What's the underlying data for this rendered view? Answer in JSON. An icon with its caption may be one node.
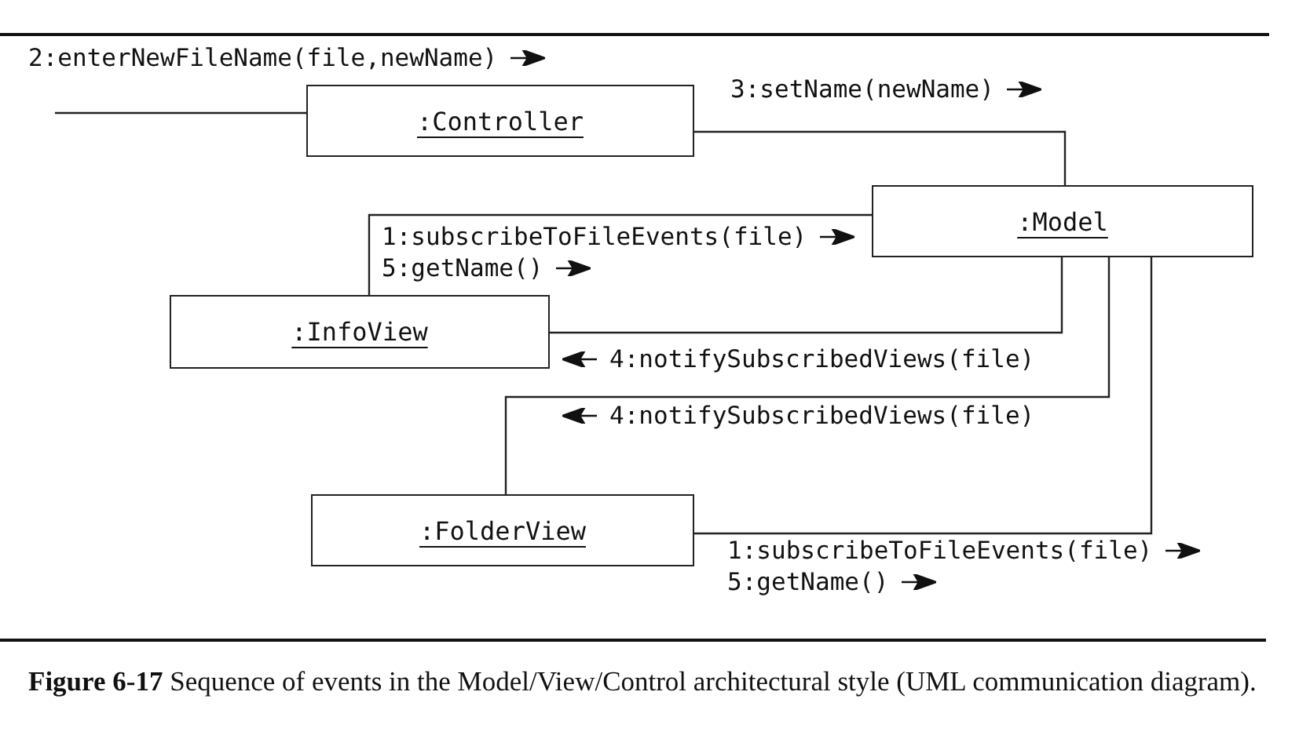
{
  "diagram": {
    "caption": "**Figure 6-17**   Sequence of events in the Model/View/Control architectural style (UML communication diagram).",
    "nodes": [
      {
        "text": [
          ":Controller"
        ]
      },
      {
        "text": [
          ":Model"
        ]
      },
      {
        "text": [
          ":InfoView"
        ]
      },
      {
        "text": [
          ":FolderView"
        ]
      }
    ],
    "edges": [
      {
        "from": null,
        "to": 0,
        "arrow": "none"
      },
      {
        "from": 0,
        "to": 1,
        "arrow": "none"
      },
      {
        "from": 2,
        "to": 1,
        "arrow": "none"
      },
      {
        "from": 1,
        "to": 2,
        "arrow": "none"
      },
      {
        "from": 1,
        "to": 3,
        "arrow": "none"
      },
      {
        "from": 3,
        "to": 1,
        "arrow": "none"
      }
    ],
    "labels": [
      "2:enterNewFileName(file,newName)",
      "3:setName(newName)",
      "1:subscribeToFileEvents(file)",
      "5:getName()",
      "4:notifySubscribedViews(file)",
      "4:notifySubscribedViews(file)",
      "1:subscribeToFileEvents(file)",
      "5:getName()"
    ]
  }
}
